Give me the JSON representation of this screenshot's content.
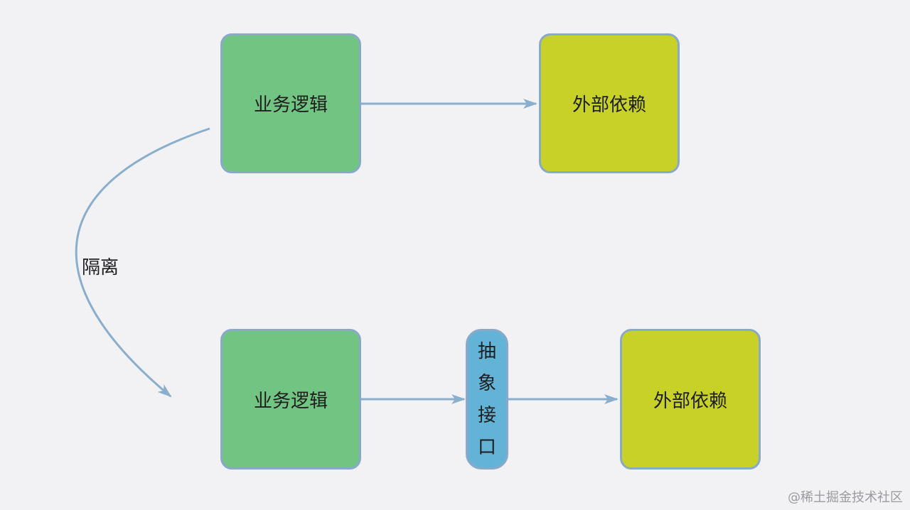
{
  "diagram": {
    "top_row": {
      "logic_label": "业务逻辑",
      "dependency_label": "外部依赖"
    },
    "isolation_label": "隔离",
    "bottom_row": {
      "logic_label": "业务逻辑",
      "interface_chars": [
        "抽",
        "象",
        "接",
        "口"
      ],
      "dependency_label": "外部依赖"
    },
    "colors": {
      "background": "#f2f2f5",
      "logic_fill": "#71c482",
      "dependency_fill": "#c8d127",
      "interface_fill": "#63b3d6",
      "border": "#8aa9c9",
      "arrow": "#8aaecb"
    }
  },
  "watermark": "@稀土掘金技术社区"
}
